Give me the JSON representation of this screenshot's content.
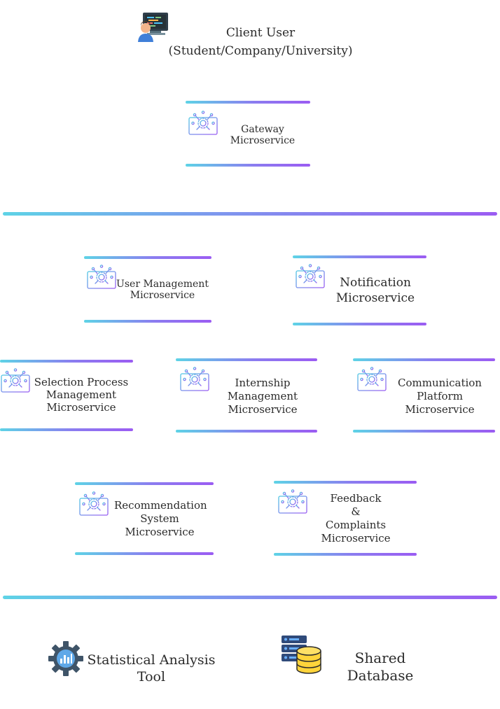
{
  "client": {
    "line1": "Client User",
    "line2": "(Student/Company/University)",
    "icon": "developer-at-computer-icon"
  },
  "gateway": {
    "line1": "Gateway",
    "line2": "Microservice",
    "icon": "microservice-monitor-icon"
  },
  "services": {
    "user_management": {
      "line1": "User Management",
      "line2": "Microservice"
    },
    "notification": {
      "line1": "Notification",
      "line2": "Microservice"
    },
    "selection_process": {
      "line1": "Selection Process",
      "line2": "Management",
      "line3": "Microservice"
    },
    "internship": {
      "line1": "Internship",
      "line2": "Management",
      "line3": "Microservice"
    },
    "communication": {
      "line1": "Communication",
      "line2": "Platform",
      "line3": "Microservice"
    },
    "recommendation": {
      "line1": "Recommendation",
      "line2": "System",
      "line3": "Microservice"
    },
    "feedback": {
      "line1": "Feedback",
      "line2": "&",
      "line3": "Complaints",
      "line4": "Microservice"
    }
  },
  "tools": {
    "statistical": {
      "line1": "Statistical Analysis",
      "line2": "Tool",
      "icon": "gear-chart-icon"
    },
    "database": {
      "line1": "Shared",
      "line2": "Database",
      "icon": "database-server-icon"
    }
  },
  "colors": {
    "gradient_start": "#5ed3e6",
    "gradient_end": "#9b5cf2"
  }
}
